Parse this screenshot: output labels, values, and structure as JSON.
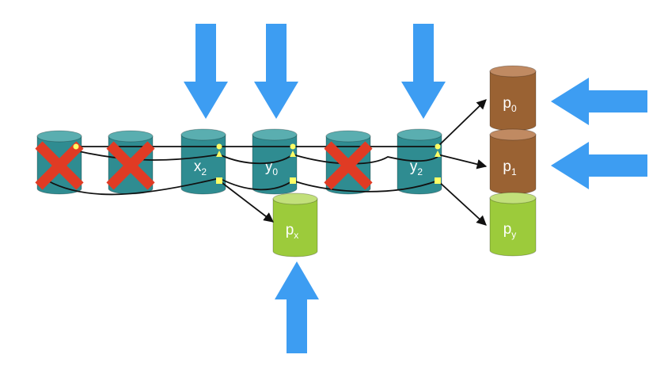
{
  "colors": {
    "arrow": "#3d9df2",
    "teal_body": "#2f8c91",
    "teal_top": "#5aaeb0",
    "brown_body": "#9a6233",
    "brown_top": "#c08a62",
    "green_body": "#9ccb3b",
    "green_top": "#c2e07a",
    "cross": "#e03b24",
    "pointer_dot": "#ffff66",
    "line": "#111111"
  },
  "cylinders": [
    {
      "id": "c1",
      "color": "teal",
      "base": "",
      "sub": "",
      "crossed": true
    },
    {
      "id": "c2",
      "color": "teal",
      "base": "",
      "sub": "",
      "crossed": true
    },
    {
      "id": "c3",
      "color": "teal",
      "base": "x",
      "sub": "2",
      "crossed": false
    },
    {
      "id": "c4",
      "color": "teal",
      "base": "y",
      "sub": "0",
      "crossed": false
    },
    {
      "id": "c5",
      "color": "teal",
      "base": "",
      "sub": "",
      "crossed": true
    },
    {
      "id": "c6",
      "color": "teal",
      "base": "y",
      "sub": "2",
      "crossed": false
    },
    {
      "id": "px",
      "color": "green",
      "base": "p",
      "sub": "x",
      "crossed": false
    },
    {
      "id": "p0",
      "color": "brown",
      "base": "p",
      "sub": "0",
      "crossed": false
    },
    {
      "id": "p1",
      "color": "brown",
      "base": "p",
      "sub": "1",
      "crossed": false
    },
    {
      "id": "py",
      "color": "green",
      "base": "p",
      "sub": "y",
      "crossed": false
    }
  ],
  "arrows": [
    {
      "target": "c3",
      "direction": "down"
    },
    {
      "target": "c4",
      "direction": "down"
    },
    {
      "target": "c6",
      "direction": "down"
    },
    {
      "target": "p0",
      "direction": "left"
    },
    {
      "target": "p1",
      "direction": "left"
    },
    {
      "target": "px",
      "direction": "up"
    }
  ]
}
